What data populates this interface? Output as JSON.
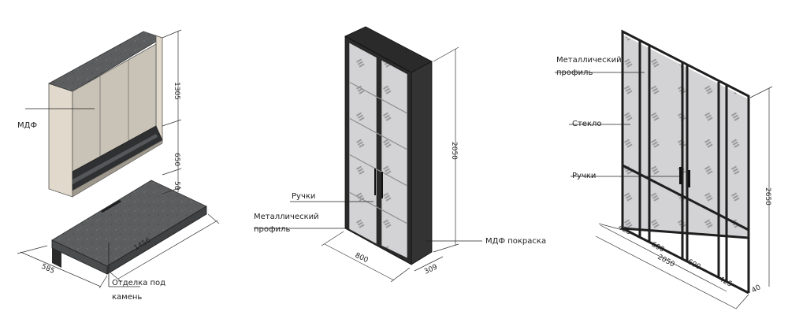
{
  "colors": {
    "stone": "#5b5d5e",
    "stone_dark": "#3f4142",
    "mdf_beige": "#c9c2b6",
    "panel_side": "#e0d9cc",
    "frame": "#2a2a2a",
    "glass": "#d3d3d5",
    "shelf": "#a9a9ab"
  },
  "cabinet_1": {
    "labels": {
      "mdf": "МДФ",
      "stone_finish_line1": "Отделка под",
      "stone_finish_line2": "камень"
    },
    "dims": {
      "h_upper": "1305",
      "h_middle": "650",
      "h_bottom": "50",
      "width": "1456",
      "depth": "585"
    }
  },
  "cabinet_2": {
    "labels": {
      "handles": "Ручки",
      "metal_profile_line1": "Металлический",
      "metal_profile_line2": "профиль",
      "mdf_paint": "МДФ покраска"
    },
    "dims": {
      "height": "2050",
      "width": "800",
      "depth": "309"
    }
  },
  "partition": {
    "labels": {
      "metal_profile_line1": "Металлический",
      "metal_profile_line2": "профиль",
      "glass": "Стекло",
      "handles": "Ручки"
    },
    "dims": {
      "height": "2650",
      "seg_1": "425",
      "seg_2": "600",
      "seg_3": "600",
      "seg_4": "425",
      "total": "2050",
      "depth": "40"
    }
  }
}
